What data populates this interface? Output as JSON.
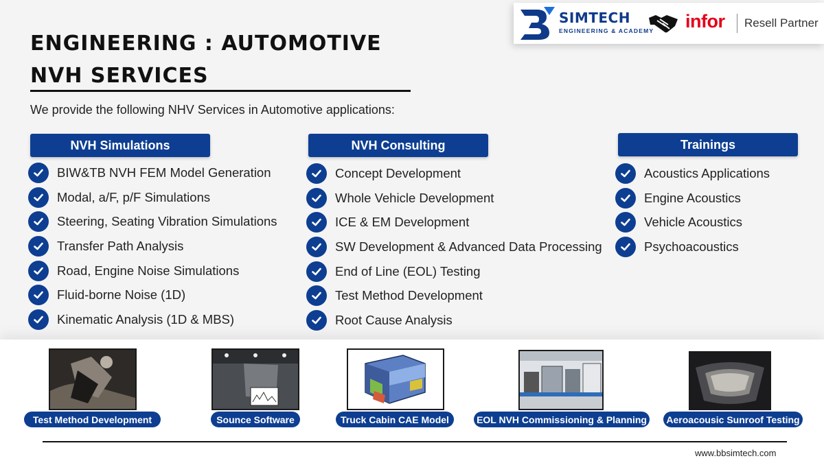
{
  "header": {
    "brand_name": "SIMTECH",
    "brand_sub": "ENGINEERING & ACADEMY",
    "partner_logo": "infor",
    "partner_text": "Resell Partner",
    "icons": [
      "bs-logo-icon",
      "handshake-icon"
    ]
  },
  "title": {
    "line1": "ENGINEERING : AUTOMOTIVE",
    "line2": "NVH SERVICES"
  },
  "intro": "We provide the following NHV Services in Automotive applications:",
  "columns": [
    {
      "header": "NVH Simulations",
      "items": [
        "BIW&TB NVH FEM Model Generation",
        "Modal, a/F, p/F Simulations",
        "Steering, Seating Vibration Simulations",
        "Transfer Path Analysis",
        "Road, Engine Noise Simulations",
        "Fluid-borne Noise (1D)",
        "Kinematic Analysis (1D & MBS)"
      ]
    },
    {
      "header": "NVH Consulting",
      "items": [
        "Concept Development",
        "Whole Vehicle Development",
        "ICE & EM Development",
        "SW Development & Advanced Data Processing",
        "End of Line (EOL) Testing",
        "Test Method Development",
        "Root Cause Analysis"
      ]
    },
    {
      "header": "Trainings",
      "items": [
        "Acoustics Applications",
        "Engine Acoustics",
        "Vehicle Acoustics",
        "Psychoacoustics"
      ]
    }
  ],
  "gallery": [
    "Test Method Development",
    "Sounce Software",
    "Truck Cabin CAE Model",
    "EOL NVH Commissioning & Planning",
    "Aeroacousic Sunroof Testing"
  ],
  "footer": {
    "url": "www.bbsimtech.com"
  },
  "colors": {
    "accent": "#0d3e91",
    "partner_red": "#e4001b"
  }
}
